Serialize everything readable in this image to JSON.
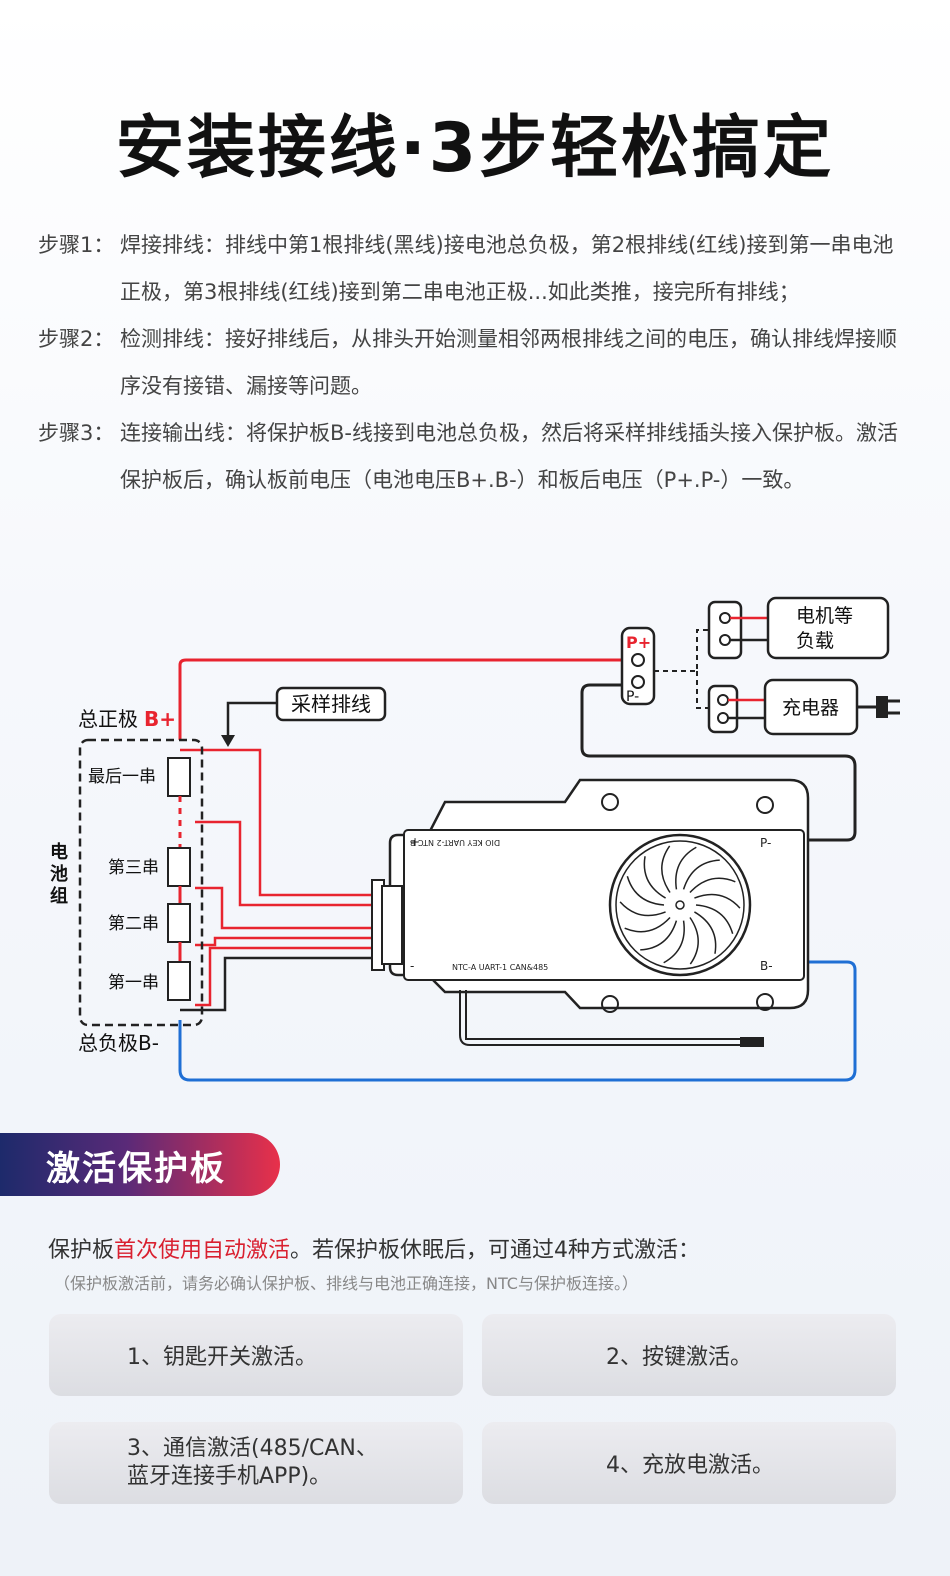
{
  "title": "安装接线·3步轻松搞定",
  "steps": [
    {
      "label": "步骤1：",
      "text": "焊接排线：排线中第1根排线(黑线)接电池总负极，第2根排线(红线)接到第一串电池正极，第3根排线(红线)接到第二串电池正极...如此类推，接完所有排线；"
    },
    {
      "label": "步骤2：",
      "text": "检测排线：接好排线后，从排头开始测量相邻两根排线之间的电压，确认排线焊接顺序没有接错、漏接等问题。"
    },
    {
      "label": "步骤3：",
      "text": "连接输出线：将保护板B-线接到电池总负极，然后将采样排线插头接入保护板。激活保护板后，确认板前电压（电池电压B+.B-）和板后电压（P+.P-）一致。"
    }
  ],
  "diagram": {
    "total_pos": "总正极",
    "b_plus": "B+",
    "total_neg": "总负极B-",
    "pack": "电池组",
    "sampling": "采样排线",
    "cells": [
      "最后一串",
      "第三串",
      "第二串",
      "第一串"
    ],
    "p_plus": "P+",
    "p_minus": "P-",
    "motor_line1": "电机等",
    "motor_line2": "负载",
    "charger": "充电器",
    "board_top": "DIO   KEY   UART-2   NTC-B",
    "board_bottom": "NTC-A    UART-1    CAN&485",
    "board_p": "P-",
    "board_b": "B-",
    "board_plus": "+",
    "board_minus": "-"
  },
  "activation": {
    "heading": "激活保护板",
    "intro_a": "保护板",
    "intro_red": "首次使用自动激活",
    "intro_b": "。若保护板休眠后，可通过4种方式激活：",
    "note": "（保护板激活前，请务必确认保护板、排线与电池正确连接，NTC与保护板连接。）",
    "methods": [
      {
        "line1": "1、钥匙开关激活。"
      },
      {
        "line1": "2、按键激活。"
      },
      {
        "line1": "3、通信激活(485/CAN、",
        "line2": "蓝牙连接手机APP)。"
      },
      {
        "line1": "4、充放电激活。"
      }
    ]
  }
}
